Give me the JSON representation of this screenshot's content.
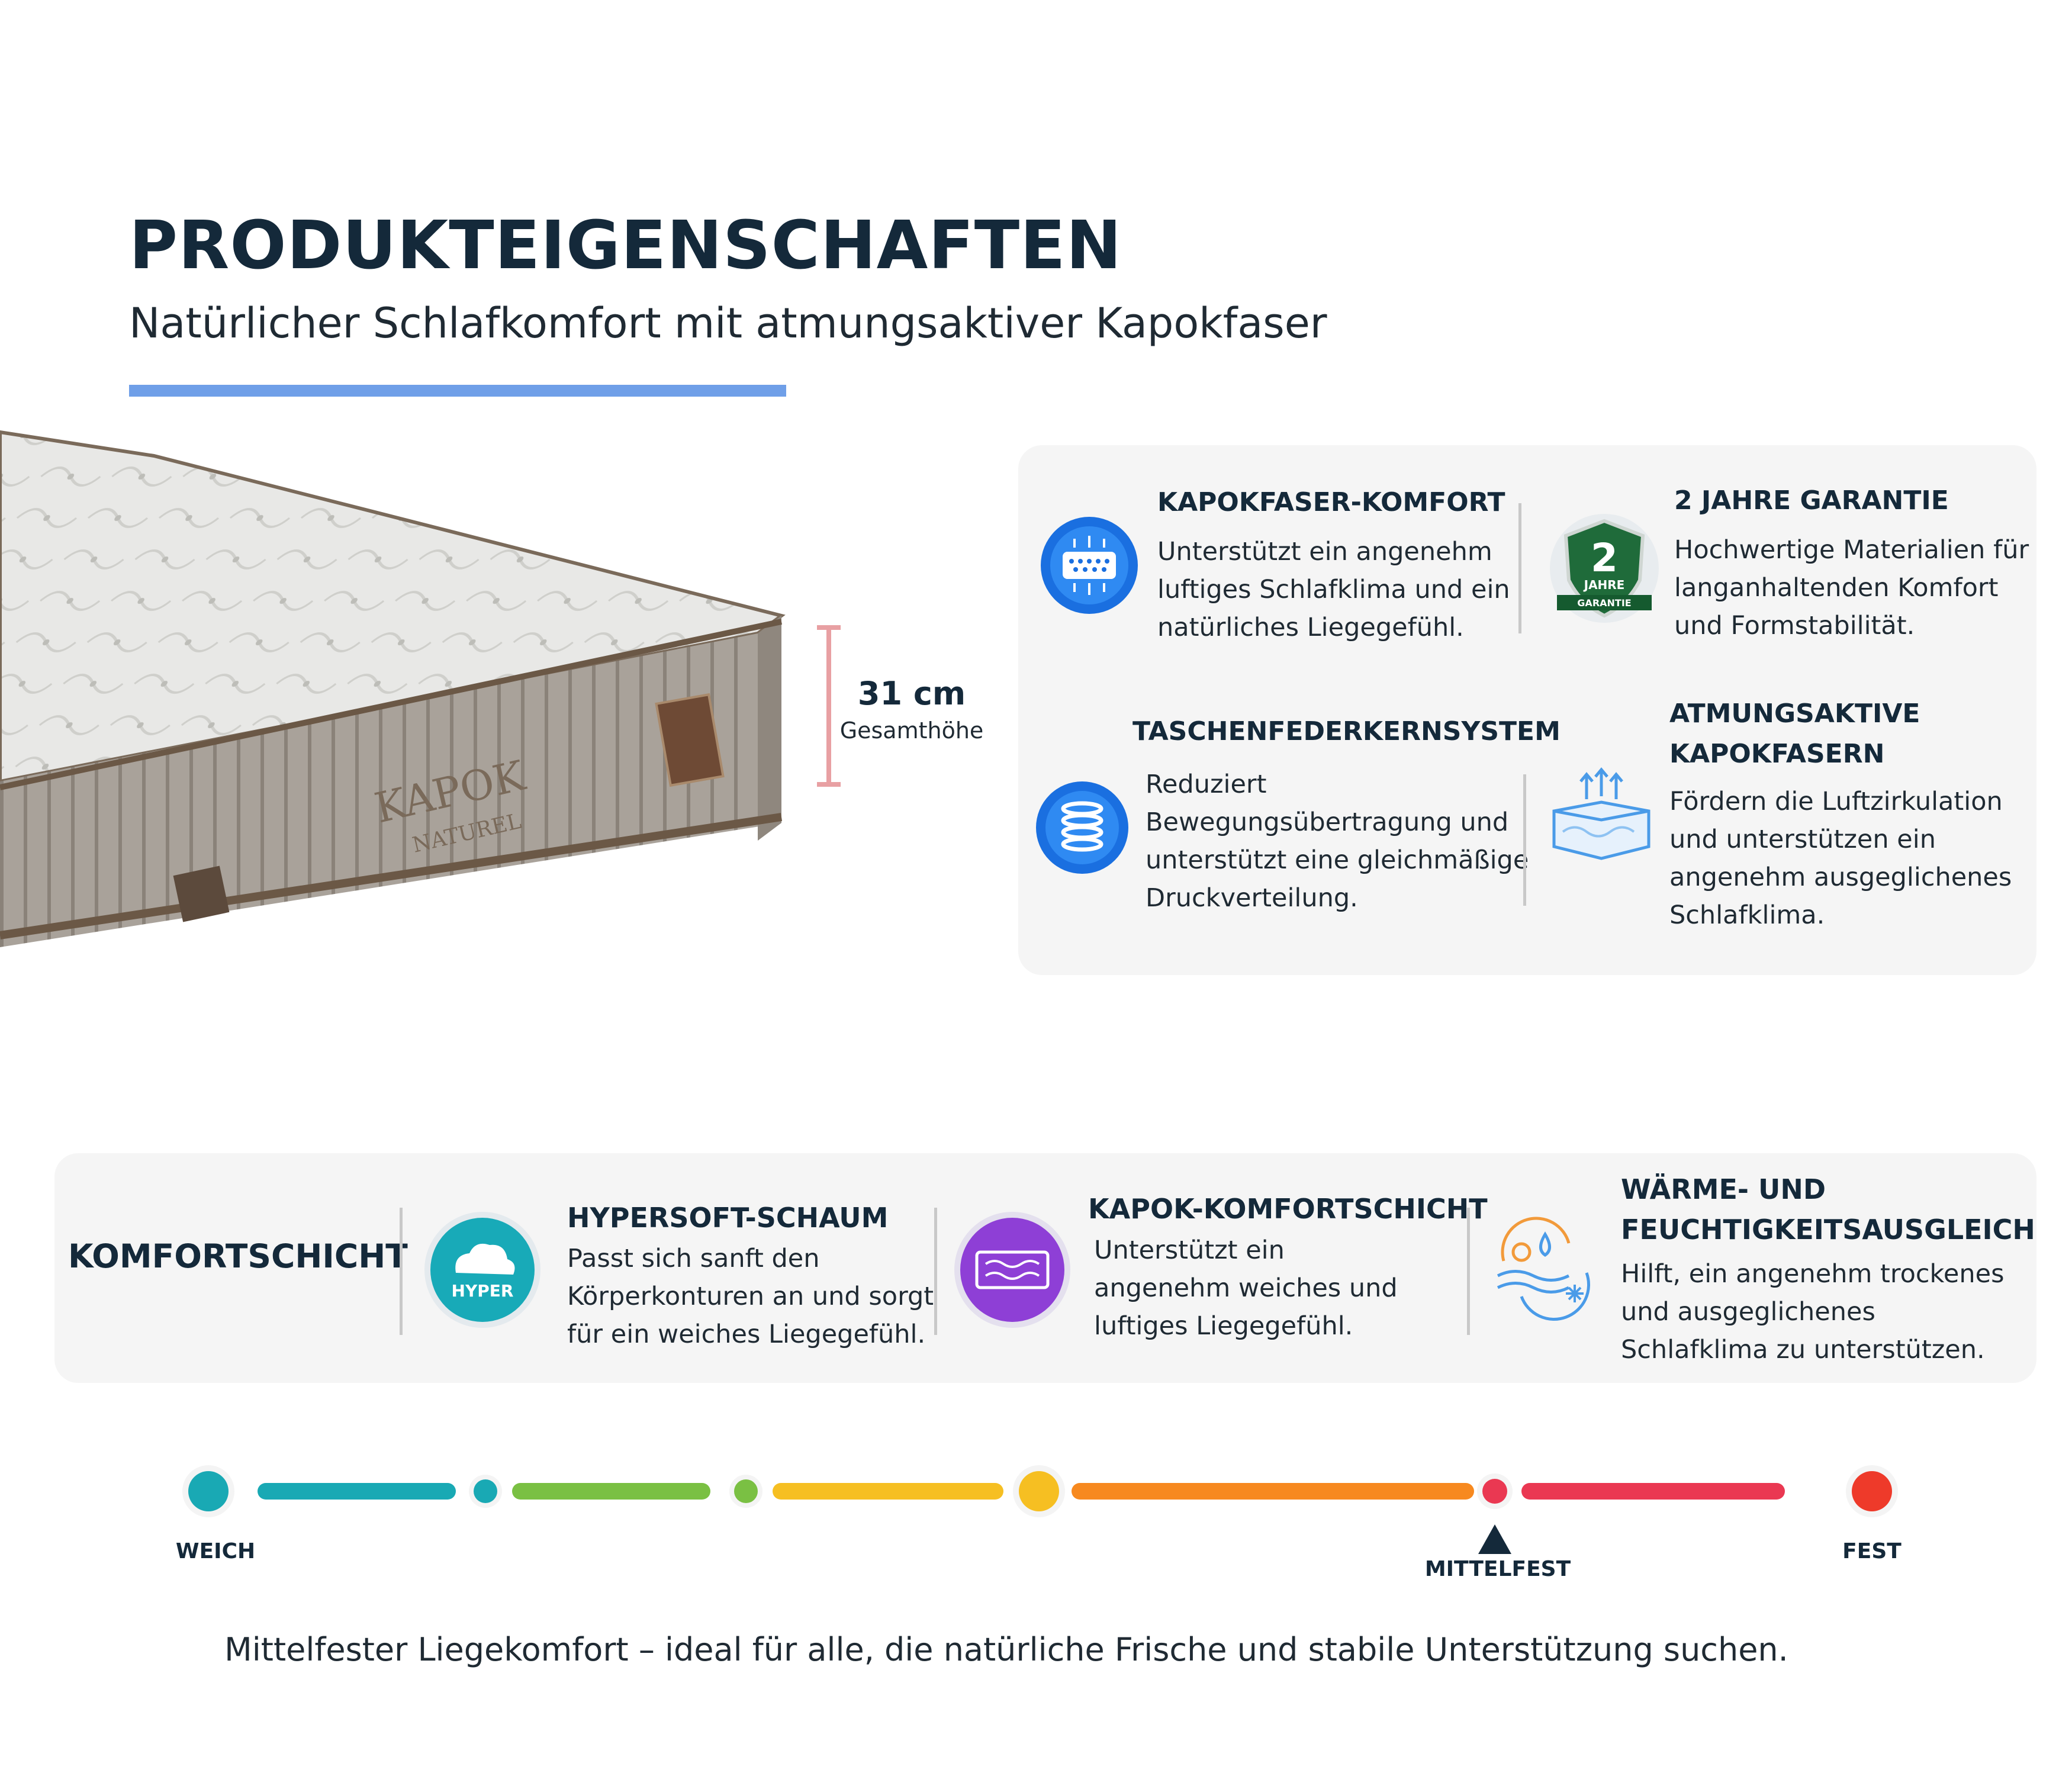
{
  "header": {
    "title": "PRODUKTEIGENSCHAFTEN",
    "subtitle": "Natürlicher Schlafkomfort mit atmungsaktiver Kapokfaser"
  },
  "mattress": {
    "brand_text": "KAPOK",
    "brand_subtext": "NATUREL",
    "height_value": "31 cm",
    "height_label": "Gesamthöhe"
  },
  "features": [
    {
      "title": "KAPOKFASER-KOMFORT",
      "lines": [
        "Unterstützt ein angenehm",
        "luftiges Schlafklima und ein",
        "natürliches Liegegefühl."
      ],
      "icon": "mattress-airflow-icon"
    },
    {
      "title": "2 JAHRE GARANTIE",
      "lines": [
        "Hochwertige Materialien für",
        "langanhaltenden Komfort",
        "und Formstabilität."
      ],
      "icon": "warranty-badge-icon",
      "badge_number": "2",
      "badge_line1": "JAHRE",
      "badge_line2": "GARANTIE"
    },
    {
      "title": "TASCHENFEDERKERNSYSTEM",
      "lines": [
        "Reduziert",
        "Bewegungsübertragung und",
        "unterstützt eine gleichmäßige",
        "Druckverteilung."
      ],
      "icon": "spring-icon"
    },
    {
      "title_lines": [
        "ATMUNGSAKTIVE",
        "KAPOKFASERN"
      ],
      "lines": [
        "Fördern die Luftzirkulation",
        "und unterstützen ein",
        "angenehm ausgeglichenes",
        "Schlafklima."
      ],
      "icon": "breathable-layer-icon"
    }
  ],
  "comfort": {
    "title": "KOMFORTSCHICHT",
    "layers": [
      {
        "title": "HYPERSOFT-SCHAUM",
        "lines": [
          "Passt sich sanft den",
          "Körperkonturen an und sorgt",
          "für ein weiches Liegegefühl."
        ],
        "icon": "cloud-icon",
        "icon_label": "HYPER"
      },
      {
        "title": "KAPOK-KOMFORTSCHICHT",
        "lines": [
          "Unterstützt ein",
          "angenehm weiches und",
          "luftiges Liegegefühl."
        ],
        "icon": "layer-waves-icon"
      },
      {
        "title_lines": [
          "WÄRME- UND",
          "FEUCHTIGKEITSAUSGLEICH"
        ],
        "lines": [
          "Hilft, ein angenehm trockenes",
          "und ausgeglichenes",
          "Schlafklima zu unterstützen."
        ],
        "icon": "climate-balance-icon"
      }
    ]
  },
  "firmness": {
    "labels": {
      "soft": "WEICH",
      "medium": "MITTELFEST",
      "firm": "FEST"
    },
    "selected": "MITTELFEST",
    "colors": [
      "#19a9b4",
      "#7ac043",
      "#f6bf22",
      "#f7891f",
      "#ea3852"
    ]
  },
  "footer": {
    "text": "Mittelfester Liegekomfort – ideal für alle, die natürliche Frische und stabile Unterstützung suchen."
  }
}
